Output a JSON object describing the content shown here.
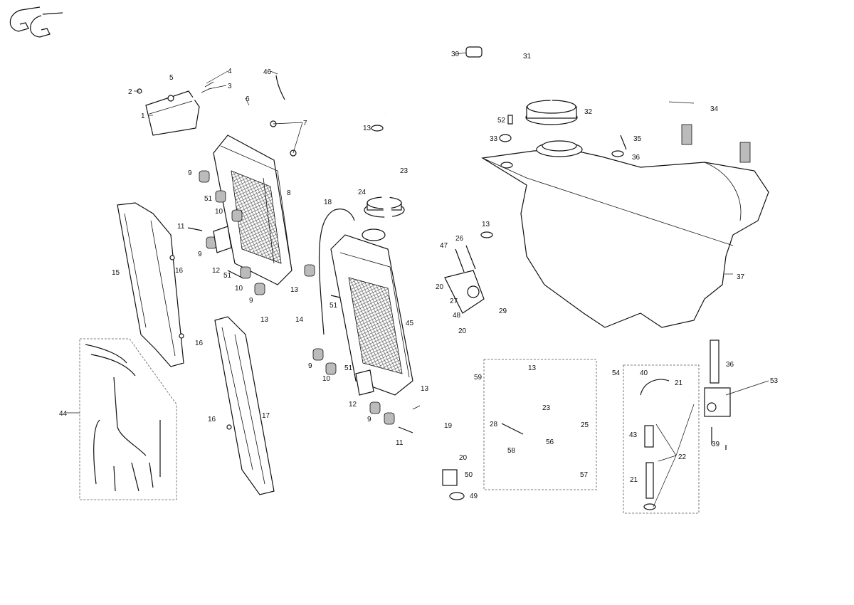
{
  "logo": "GG",
  "callouts": [
    "1",
    "2",
    "3",
    "4",
    "5",
    "6",
    "7",
    "8",
    "9",
    "10",
    "11",
    "12",
    "13",
    "14",
    "15",
    "16",
    "17",
    "18",
    "19",
    "20",
    "21",
    "22",
    "23",
    "24",
    "25",
    "26",
    "27",
    "28",
    "29",
    "30",
    "31",
    "32",
    "33",
    "34",
    "35",
    "36",
    "37",
    "39",
    "40",
    "43",
    "44",
    "45",
    "46",
    "47",
    "48",
    "49",
    "50",
    "51",
    "52",
    "53",
    "54",
    "56",
    "57",
    "58",
    "59"
  ]
}
